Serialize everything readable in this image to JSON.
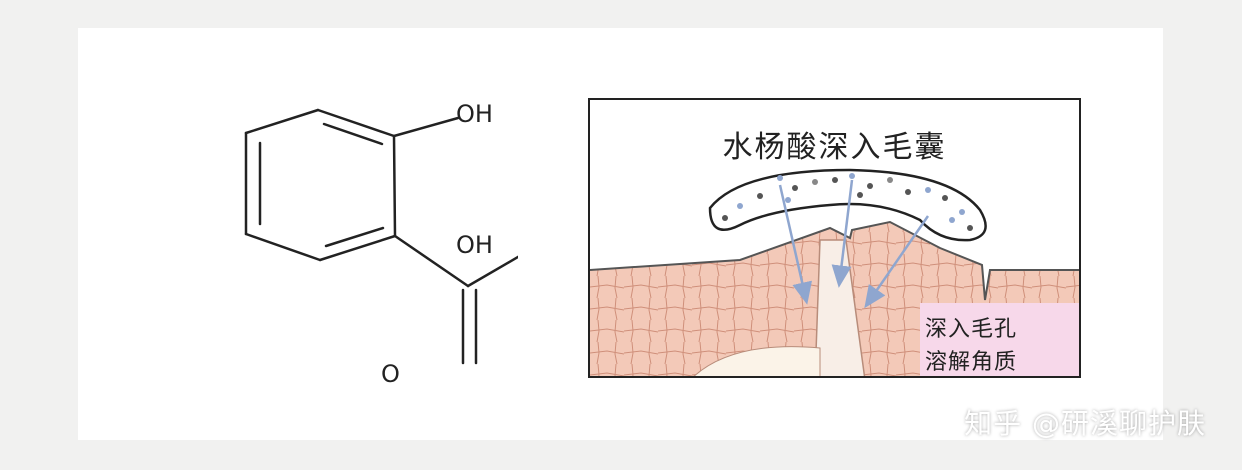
{
  "molecule": {
    "oh_top": "OH",
    "oh_right": "OH",
    "o_bottom": "O"
  },
  "diagram": {
    "title": "水杨酸深入毛囊",
    "label_line1": "深入毛孔",
    "label_line2": "溶解角质",
    "colors": {
      "skin": "#f3c9b8",
      "skin_lines": "#cf8f7a",
      "follicle": "#f8eee7",
      "arrow": "#8fa6cf",
      "label_bg": "#f7d8ea"
    }
  },
  "watermark": "知乎 @研溪聊护肤"
}
